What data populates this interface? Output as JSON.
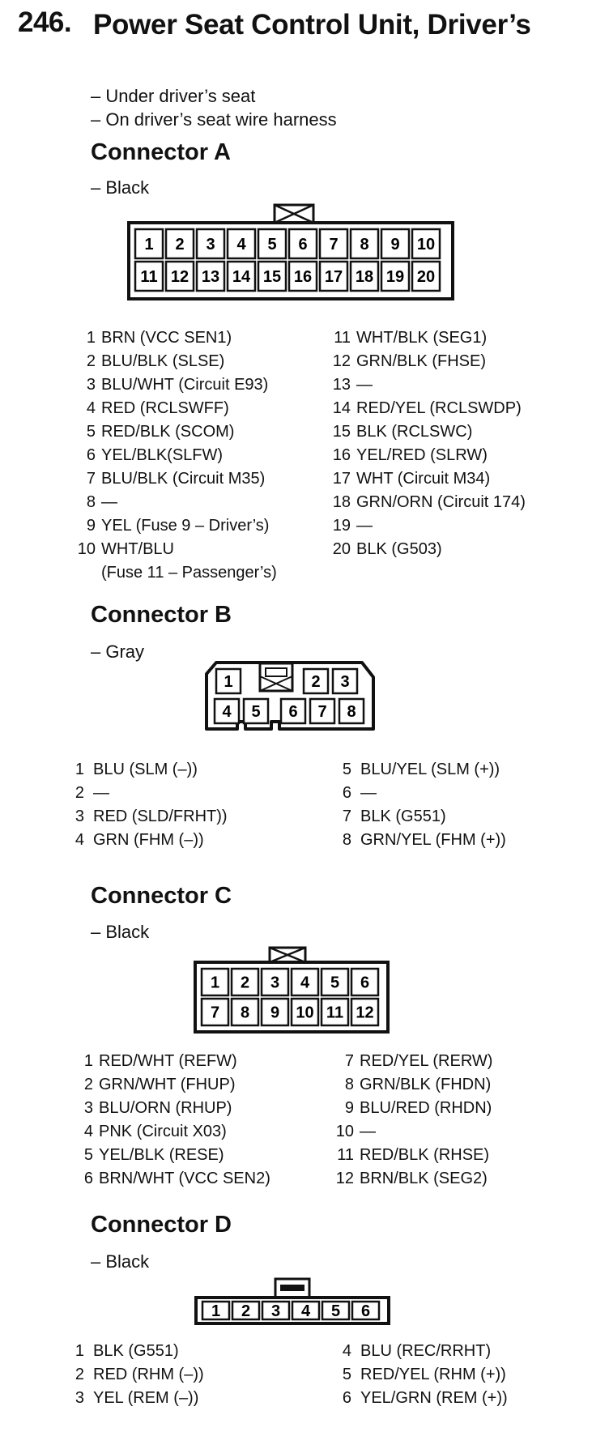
{
  "title": {
    "number": "246.",
    "text": "Power Seat Control Unit, Driver’s"
  },
  "locations": [
    "– Under driver’s seat",
    "– On driver’s seat wire harness"
  ],
  "connectors": {
    "a": {
      "title": "Connector A",
      "color": "– Black",
      "pin_labels": [
        "1",
        "2",
        "3",
        "4",
        "5",
        "6",
        "7",
        "8",
        "9",
        "10",
        "11",
        "12",
        "13",
        "14",
        "15",
        "16",
        "17",
        "18",
        "19",
        "20"
      ],
      "pins": [
        {
          "num": "1",
          "text": "BRN (VCC SEN1)"
        },
        {
          "num": "2",
          "text": "BLU/BLK (SLSE)"
        },
        {
          "num": "3",
          "text": "BLU/WHT (Circuit E93)"
        },
        {
          "num": "4",
          "text": "RED (RCLSWFF)"
        },
        {
          "num": "5",
          "text": "RED/BLK (SCOM)"
        },
        {
          "num": "6",
          "text": "YEL/BLK(SLFW)"
        },
        {
          "num": "7",
          "text": "BLU/BLK (Circuit M35)"
        },
        {
          "num": "8",
          "text": "—"
        },
        {
          "num": "9",
          "text": "YEL (Fuse 9 – Driver’s)"
        },
        {
          "num": "10",
          "text": "WHT/BLU",
          "text2": "(Fuse 11 – Passenger’s)"
        },
        {
          "num": "11",
          "text": "WHT/BLK (SEG1)"
        },
        {
          "num": "12",
          "text": "GRN/BLK (FHSE)"
        },
        {
          "num": "13",
          "text": "—"
        },
        {
          "num": "14",
          "text": "RED/YEL (RCLSWDP)"
        },
        {
          "num": "15",
          "text": "BLK (RCLSWC)"
        },
        {
          "num": "16",
          "text": "YEL/RED (SLRW)"
        },
        {
          "num": "17",
          "text": "WHT (Circuit M34)"
        },
        {
          "num": "18",
          "text": "GRN/ORN (Circuit 174)"
        },
        {
          "num": "19",
          "text": "—"
        },
        {
          "num": "20",
          "text": "BLK (G503)"
        }
      ]
    },
    "b": {
      "title": "Connector B",
      "color": "– Gray",
      "pin_labels": [
        "1",
        "2",
        "3",
        "4",
        "5",
        "6",
        "7",
        "8"
      ],
      "pins": [
        {
          "num": "1",
          "text": "BLU (SLM (–))"
        },
        {
          "num": "2",
          "text": "—"
        },
        {
          "num": "3",
          "text": "RED  (SLD/FRHT))"
        },
        {
          "num": "4",
          "text": "GRN (FHM (–))"
        },
        {
          "num": "5",
          "text": "BLU/YEL (SLM (+))"
        },
        {
          "num": "6",
          "text": "—"
        },
        {
          "num": "7",
          "text": "BLK (G551)"
        },
        {
          "num": "8",
          "text": "GRN/YEL (FHM (+))"
        }
      ]
    },
    "c": {
      "title": "Connector C",
      "color": "– Black",
      "pin_labels": [
        "1",
        "2",
        "3",
        "4",
        "5",
        "6",
        "7",
        "8",
        "9",
        "10",
        "11",
        "12"
      ],
      "pins": [
        {
          "num": "1",
          "text": "RED/WHT (REFW)"
        },
        {
          "num": "2",
          "text": "GRN/WHT (FHUP)"
        },
        {
          "num": "3",
          "text": "BLU/ORN (RHUP)"
        },
        {
          "num": "4",
          "text": "PNK (Circuit X03)"
        },
        {
          "num": "5",
          "text": "YEL/BLK (RESE)"
        },
        {
          "num": "6",
          "text": "BRN/WHT (VCC SEN2)"
        },
        {
          "num": "7",
          "text": "RED/YEL (RERW)"
        },
        {
          "num": "8",
          "text": "GRN/BLK (FHDN)"
        },
        {
          "num": "9",
          "text": "BLU/RED (RHDN)"
        },
        {
          "num": "10",
          "text": "—"
        },
        {
          "num": "11",
          "text": "RED/BLK (RHSE)"
        },
        {
          "num": "12",
          "text": "BRN/BLK (SEG2)"
        }
      ]
    },
    "d": {
      "title": "Connector D",
      "color": "– Black",
      "pin_labels": [
        "1",
        "2",
        "3",
        "4",
        "5",
        "6"
      ],
      "pins": [
        {
          "num": "1",
          "text": "BLK (G551)"
        },
        {
          "num": "2",
          "text": "RED (RHM (–))"
        },
        {
          "num": "3",
          "text": "YEL (REM (–))"
        },
        {
          "num": "4",
          "text": "BLU (REC/RRHT)"
        },
        {
          "num": "5",
          "text": "RED/YEL (RHM (+))"
        },
        {
          "num": "6",
          "text": "YEL/GRN (REM (+))"
        }
      ]
    }
  }
}
